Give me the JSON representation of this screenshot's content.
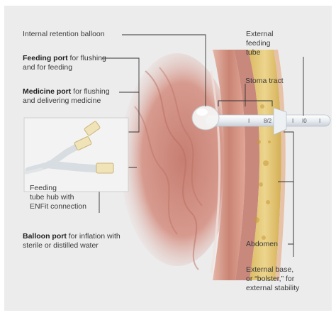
{
  "labels": {
    "retention_balloon": "Internal retention balloon",
    "feeding_port_bold": "Feeding port",
    "feeding_port_rest_1": " for flushing",
    "feeding_port_rest_2": "and for feeding",
    "medicine_port_bold": "Medicine port",
    "medicine_port_rest_1": " for flushing",
    "medicine_port_rest_2": "and delivering medicine",
    "feeding_hub_1": "Feeding",
    "feeding_hub_2": "tube hub with",
    "feeding_hub_3": "ENFit connection",
    "balloon_port_bold": "Balloon port",
    "balloon_port_rest_1": " for inflation with",
    "balloon_port_rest_2": "sterile or distilled water",
    "external_tube_1": "External",
    "external_tube_2": "feeding",
    "external_tube_3": "tube",
    "stoma_tract": "Stoma tract",
    "abdomen": "Abdomen",
    "bolster_1": "External base,",
    "bolster_2": "or “bolster,” for",
    "bolster_3": "external stability"
  },
  "tube_markings": [
    "I",
    "8/2",
    "I",
    "I0",
    "I"
  ],
  "colors": {
    "background": "#ececec",
    "tissue": "#d9a89e",
    "stomach_lining": "#c98a7c",
    "abdomen_layer": "#e8c878",
    "tube": "#f4f6f8",
    "leader_line": "#333333"
  }
}
